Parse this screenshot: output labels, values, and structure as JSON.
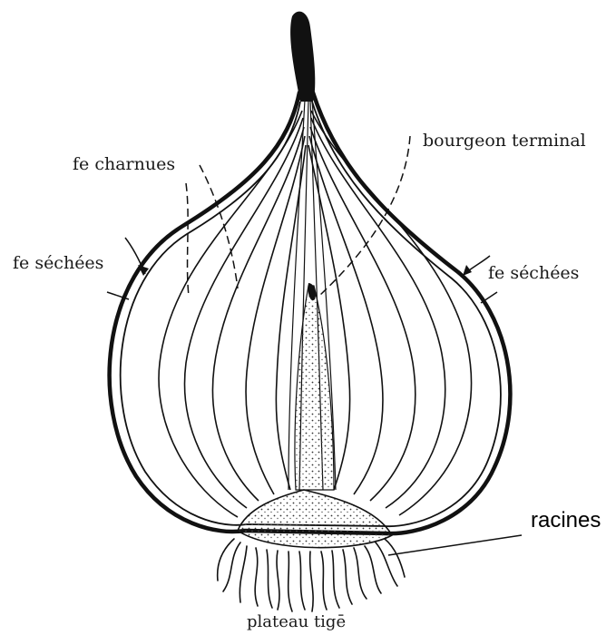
{
  "labels": {
    "fe_charnues": "fe charnues",
    "bourgeon_terminal": "bourgeon terminal",
    "fe_sechees_left": "fe séchées",
    "fe_sechees_right": "fe séchées",
    "racines": "racines",
    "plateau_tige": "plateau tigē"
  },
  "colors": {
    "ink": "#111111",
    "paper": "#ffffff"
  }
}
